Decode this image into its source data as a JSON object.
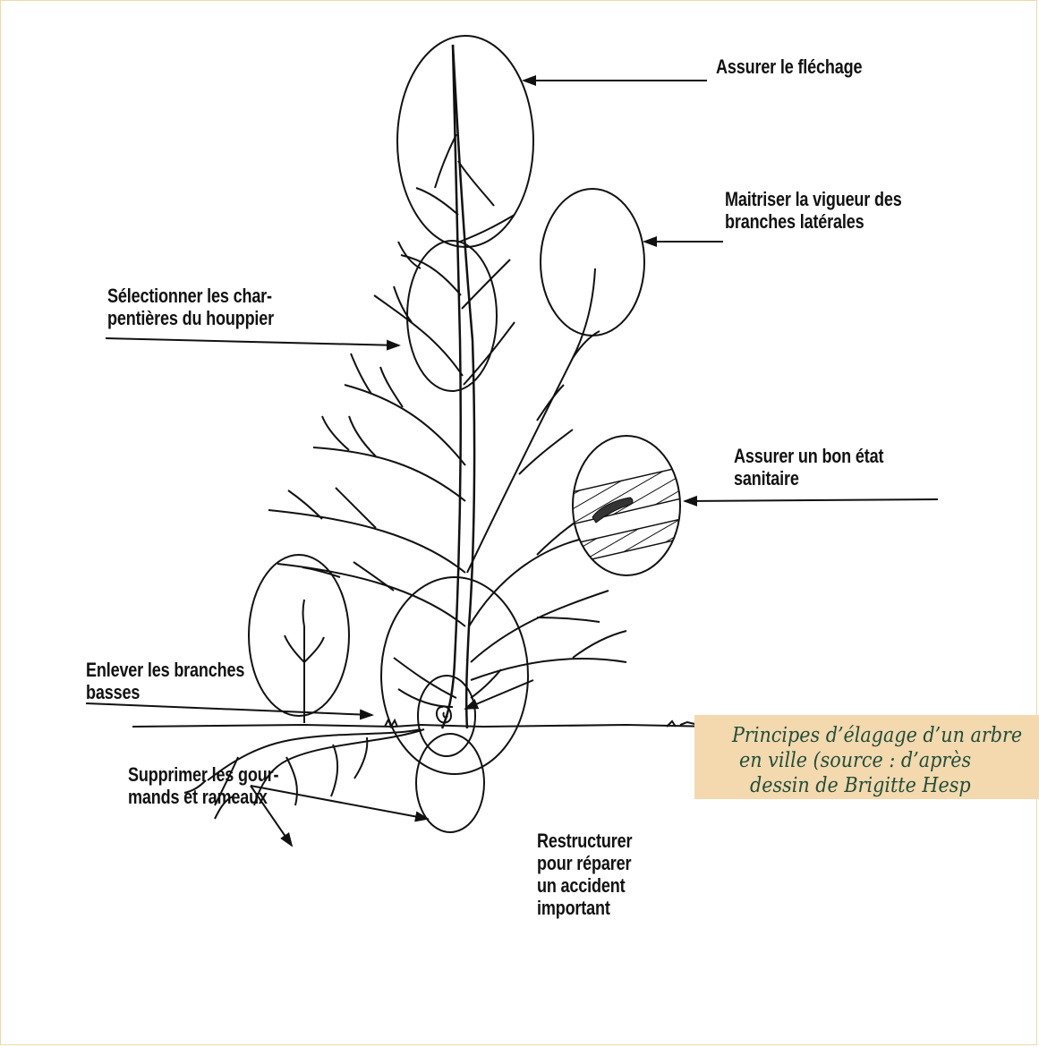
{
  "labels": {
    "flechage": "Assurer le fléchage",
    "vigueur_1": "Maitriser la vigueur des",
    "vigueur_2": "branches latérales",
    "charpentieres_1": "Sélectionner les char-",
    "charpentieres_2": "pentières du houppier",
    "sanitaire_1": "Assurer un bon état",
    "sanitaire_2": "sanitaire",
    "branches_basses_1": "Enlever les branches",
    "branches_basses_2": "basses",
    "gourmands_1": "Supprimer les gour-",
    "gourmands_2": "mands et rameaux",
    "restructurer_1": "Restructurer",
    "restructurer_2": "pour réparer",
    "restructurer_3": "un accident",
    "restructurer_4": "important"
  },
  "caption": {
    "line1": "Principes d’élagage d’un arbre",
    "line2": "en ville (source : d’après",
    "line3": "dessin de Brigitte Hesp"
  },
  "colors": {
    "ink": "#111111",
    "caption_bg": "#f4d8ae",
    "caption_text": "#1f4f3a",
    "frame": "#f0d9a8"
  }
}
